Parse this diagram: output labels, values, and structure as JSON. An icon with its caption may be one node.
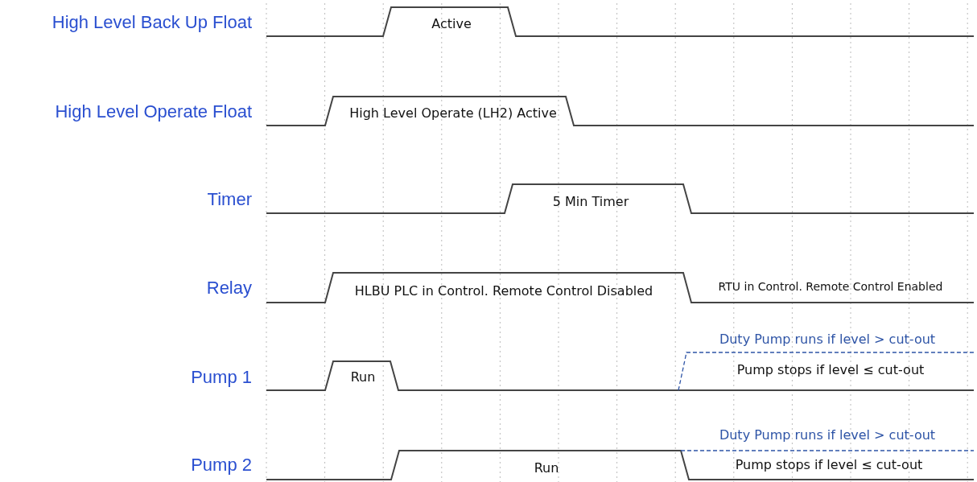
{
  "diagram": {
    "labels": [
      "High Level Back Up Float",
      "Active",
      "High Level Operate Float",
      "High Level Operate (LH2) Active",
      "Timer",
      "5 Min Timer",
      "Relay",
      "HLBU PLC in Control. Remote Control Disabled",
      "RTU in Control. Remote Control Enabled",
      "Duty Pump runs if level > cut-out",
      "Pump 1",
      "Run",
      "Pump stops if level ≤ cut-out",
      "Duty Pump runs if level > cut-out",
      "Pump 2",
      "Run",
      "Pump stops if level ≤ cut-out"
    ]
  }
}
